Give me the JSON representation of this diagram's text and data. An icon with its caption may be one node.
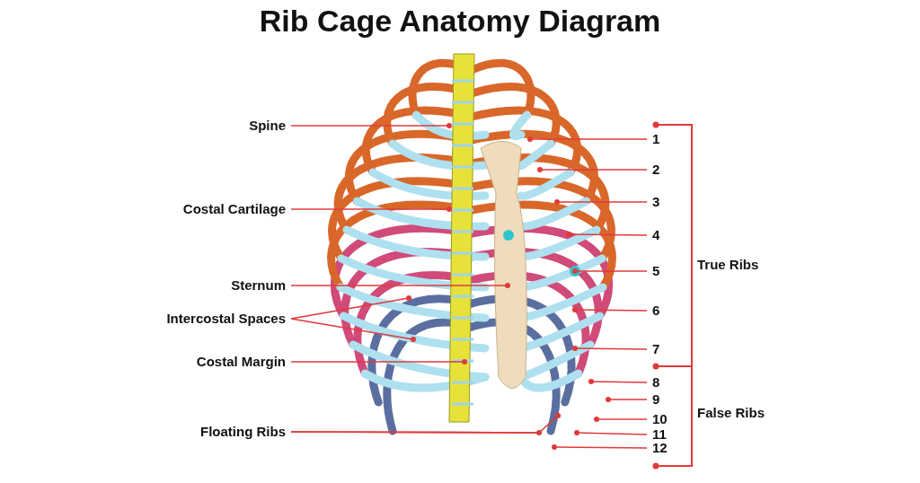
{
  "diagram": {
    "title": "Rib Cage Anatomy Diagram",
    "nodes": [
      {
        "text": [
          "Spine"
        ]
      },
      {
        "text": [
          "Costal Cartilage"
        ]
      },
      {
        "text": [
          "Sternum"
        ]
      },
      {
        "text": [
          "Intercostal Spaces"
        ]
      },
      {
        "text": [
          "Costal Margin"
        ]
      },
      {
        "text": [
          "Floating Ribs"
        ]
      },
      {
        "text": [
          "1"
        ]
      },
      {
        "text": [
          "2"
        ]
      },
      {
        "text": [
          "3"
        ]
      },
      {
        "text": [
          "4"
        ]
      },
      {
        "text": [
          "5"
        ]
      },
      {
        "text": [
          "6"
        ]
      },
      {
        "text": [
          "7"
        ]
      },
      {
        "text": [
          "8"
        ]
      },
      {
        "text": [
          "9"
        ]
      },
      {
        "text": [
          "10"
        ]
      },
      {
        "text": [
          "11"
        ]
      },
      {
        "text": [
          "12"
        ]
      },
      {
        "text": [
          "True Ribs"
        ]
      },
      {
        "text": [
          "False Ribs"
        ]
      }
    ],
    "edges": [
      {
        "from": 0,
        "to": null,
        "arrow": "other"
      },
      {
        "from": 1,
        "to": null,
        "arrow": "other"
      },
      {
        "from": 2,
        "to": null,
        "arrow": "other"
      },
      {
        "from": 3,
        "to": null,
        "arrow": "other"
      },
      {
        "from": 3,
        "to": null,
        "arrow": "other"
      },
      {
        "from": 4,
        "to": null,
        "arrow": "other"
      },
      {
        "from": 5,
        "to": null,
        "arrow": "other"
      },
      {
        "from": 5,
        "to": null,
        "arrow": "other"
      },
      {
        "from": 6,
        "to": null,
        "arrow": "other"
      },
      {
        "from": 7,
        "to": null,
        "arrow": "other"
      },
      {
        "from": 8,
        "to": null,
        "arrow": "other"
      },
      {
        "from": 9,
        "to": null,
        "arrow": "other"
      },
      {
        "from": 10,
        "to": null,
        "arrow": "other"
      },
      {
        "from": 11,
        "to": null,
        "arrow": "other"
      },
      {
        "from": 12,
        "to": null,
        "arrow": "other"
      },
      {
        "from": 13,
        "to": null,
        "arrow": "other"
      },
      {
        "from": 14,
        "to": null,
        "arrow": "other"
      },
      {
        "from": 15,
        "to": null,
        "arrow": "other"
      },
      {
        "from": 16,
        "to": null,
        "arrow": "other"
      },
      {
        "from": 17,
        "to": null,
        "arrow": "other"
      }
    ]
  }
}
